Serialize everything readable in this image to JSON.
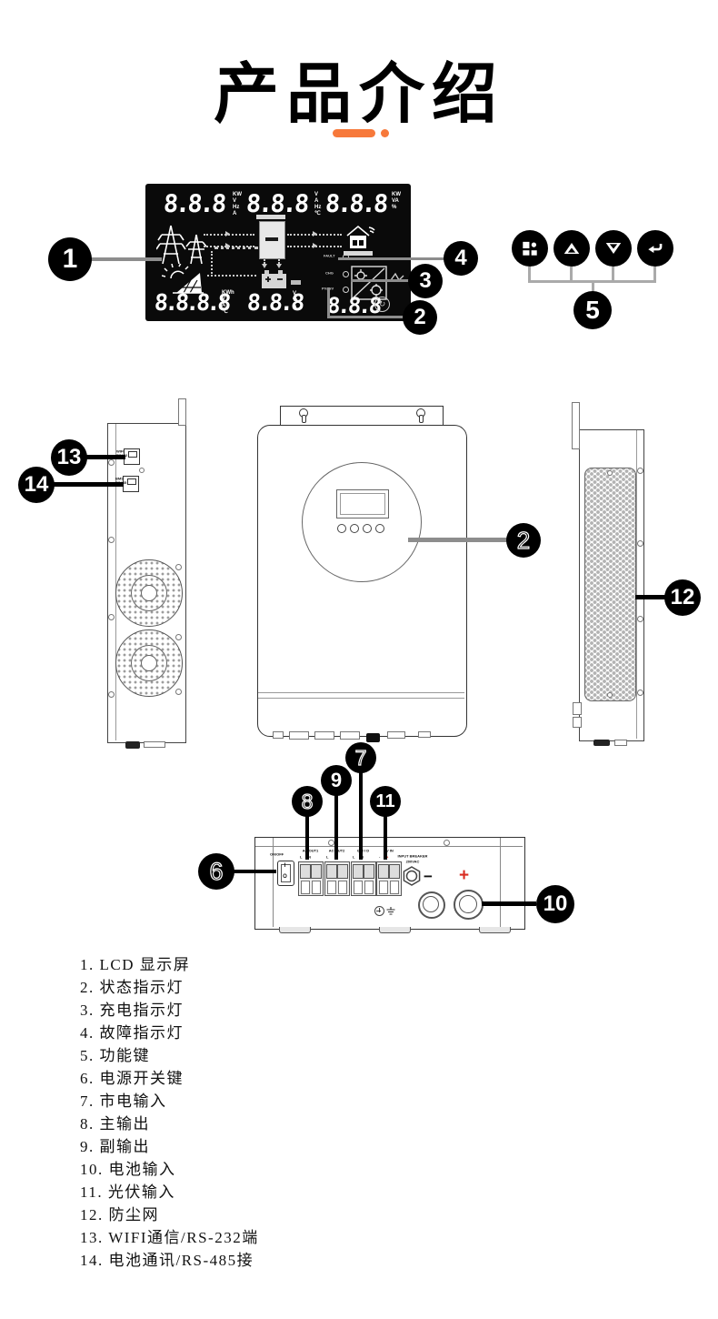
{
  "title": "产品介绍",
  "callouts": {
    "c1": "1",
    "c2": "2",
    "c3": "3",
    "c4": "4",
    "c5": "5",
    "c6": "6",
    "c7": "7",
    "c8": "8",
    "c9": "9",
    "c10": "10",
    "c11": "11",
    "c12": "12",
    "c13": "13",
    "c14": "14",
    "c2_front": "2"
  },
  "lcd": {
    "groups": [
      {
        "digits": "8.8.8",
        "units": [
          "KW",
          "V",
          "Hz",
          "A"
        ]
      },
      {
        "digits": "8.8.8",
        "units": [
          "V",
          "A",
          "Hz",
          "℃"
        ]
      },
      {
        "digits": "8.8.8",
        "units": [
          "KW",
          "VA",
          "%"
        ]
      },
      {
        "digits": "8.8.8.8",
        "units": [
          "KWh",
          "V",
          "A",
          "℃"
        ]
      },
      {
        "digits": "8.8.8",
        "units": [
          "V",
          "%",
          "A"
        ]
      },
      {
        "digits": "8.8.8",
        "units": []
      }
    ],
    "indicators": [
      {
        "label": "FAULT"
      },
      {
        "label": "CHG"
      },
      {
        "label": "PV/INV"
      }
    ]
  },
  "keypad": {
    "icons": [
      "menu-icon",
      "up-arrow-icon",
      "down-arrow-icon",
      "enter-icon"
    ]
  },
  "side_left": {
    "p1l1": "WIFI",
    "p1l2": "RS232",
    "p2l1": "BMS",
    "p2l2": "RS485"
  },
  "bottom": {
    "switch_label": "ON/OFF",
    "switch_i": "I",
    "switch_o": "O",
    "terminals": [
      {
        "label": "AC OUT1",
        "pin1": "L",
        "pin2": "N"
      },
      {
        "label": "AC OUT2",
        "pin1": "L",
        "pin2": "N"
      },
      {
        "label": "G R I D",
        "pin1": "L",
        "pin2": "N"
      },
      {
        "label": "PV IN",
        "pin1": "-",
        "pin2": "+"
      }
    ],
    "breaker1": "INPUT BREAKER",
    "breaker2": "200VAC",
    "minus": "−",
    "plus": "+"
  },
  "parts": {
    "items": [
      "1. LCD 显示屏",
      "2. 状态指示灯",
      "3. 充电指示灯",
      "4. 故障指示灯",
      "5. 功能键",
      "6. 电源开关键",
      "7. 市电输入",
      "8. 主输出",
      "9. 副输出",
      "10. 电池输入",
      "11. 光伏输入",
      "12. 防尘网",
      "13. WIFI通信/RS-232端",
      "14. 电池通讯/RS-485接"
    ]
  },
  "colors": {
    "accent": "#F7793B",
    "plus_red": "#D92C20"
  }
}
